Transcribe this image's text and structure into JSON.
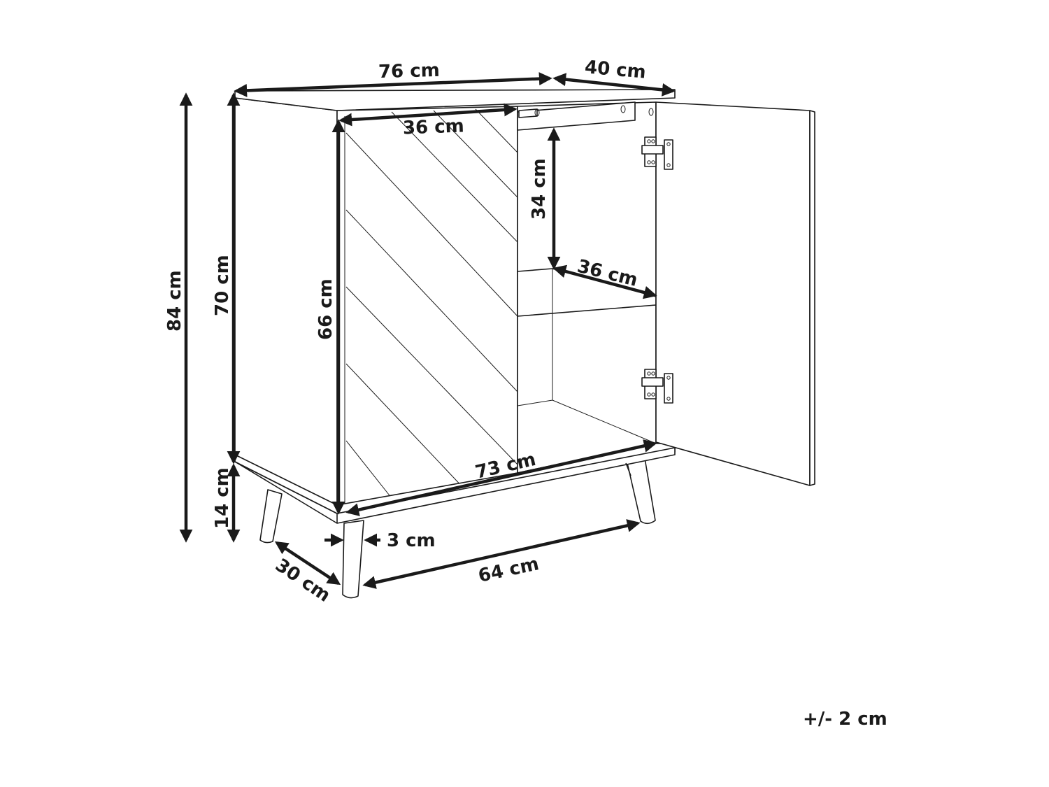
{
  "diagram": {
    "subject": "two-door sideboard cabinet with open right door",
    "dimensions": {
      "width_top": "76 cm",
      "depth_top": "40 cm",
      "total_height": "84 cm",
      "body_height": "70 cm",
      "door_height": "66 cm",
      "door_width": "36 cm",
      "shelf_clearance": "34 cm",
      "shelf_depth": "36 cm",
      "base_width": "73 cm",
      "leg_height": "14 cm",
      "leg_diameter": "3 cm",
      "leg_spacing_width": "64 cm",
      "leg_spacing_depth": "30 cm"
    },
    "tolerance": "+/- 2 cm"
  }
}
